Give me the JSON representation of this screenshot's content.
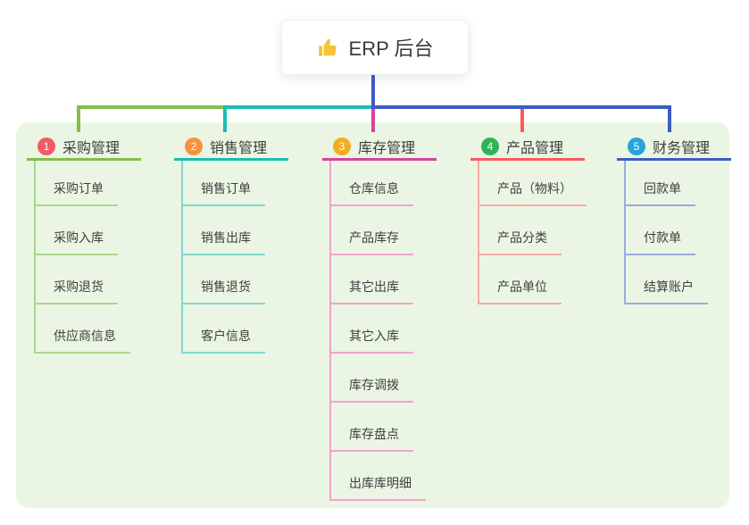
{
  "root": {
    "title": "ERP 后台",
    "icon": "thumbs-up-icon"
  },
  "colors": {
    "canvas_bg": "#ffffff",
    "panel_bg": "#eaf6e3",
    "stem": "#3e5cc4",
    "text": "#3d3d3d",
    "thumb_icon": "#f7c437"
  },
  "branches": [
    {
      "id": "1",
      "label": "采购管理",
      "badge_color": "#f25b66",
      "line_color": "#85bd4b",
      "sub_line_color": "#acd58b",
      "items": [
        "采购订单",
        "采购入库",
        "采购退货",
        "供应商信息"
      ]
    },
    {
      "id": "2",
      "label": "销售管理",
      "badge_color": "#f7913e",
      "line_color": "#19bdb2",
      "sub_line_color": "#84d5cf",
      "items": [
        "销售订单",
        "销售出库",
        "销售退货",
        "客户信息"
      ]
    },
    {
      "id": "3",
      "label": "库存管理",
      "badge_color": "#f0ad1d",
      "line_color": "#d8429f",
      "sub_line_color": "#efa2cf",
      "items": [
        "仓库信息",
        "产品库存",
        "其它出库",
        "其它入库",
        "库存调拨",
        "库存盘点",
        "出库库明细"
      ]
    },
    {
      "id": "4",
      "label": "产品管理",
      "badge_color": "#2eb457",
      "line_color": "#f95a5c",
      "sub_line_color": "#fba7a8",
      "items": [
        "产品（物料）",
        "产品分类",
        "产品单位"
      ]
    },
    {
      "id": "5",
      "label": "财务管理",
      "badge_color": "#25a4de",
      "line_color": "#3e5cc4",
      "sub_line_color": "#9aabdf",
      "items": [
        "回款单",
        "付款单",
        "结算账户"
      ]
    }
  ]
}
